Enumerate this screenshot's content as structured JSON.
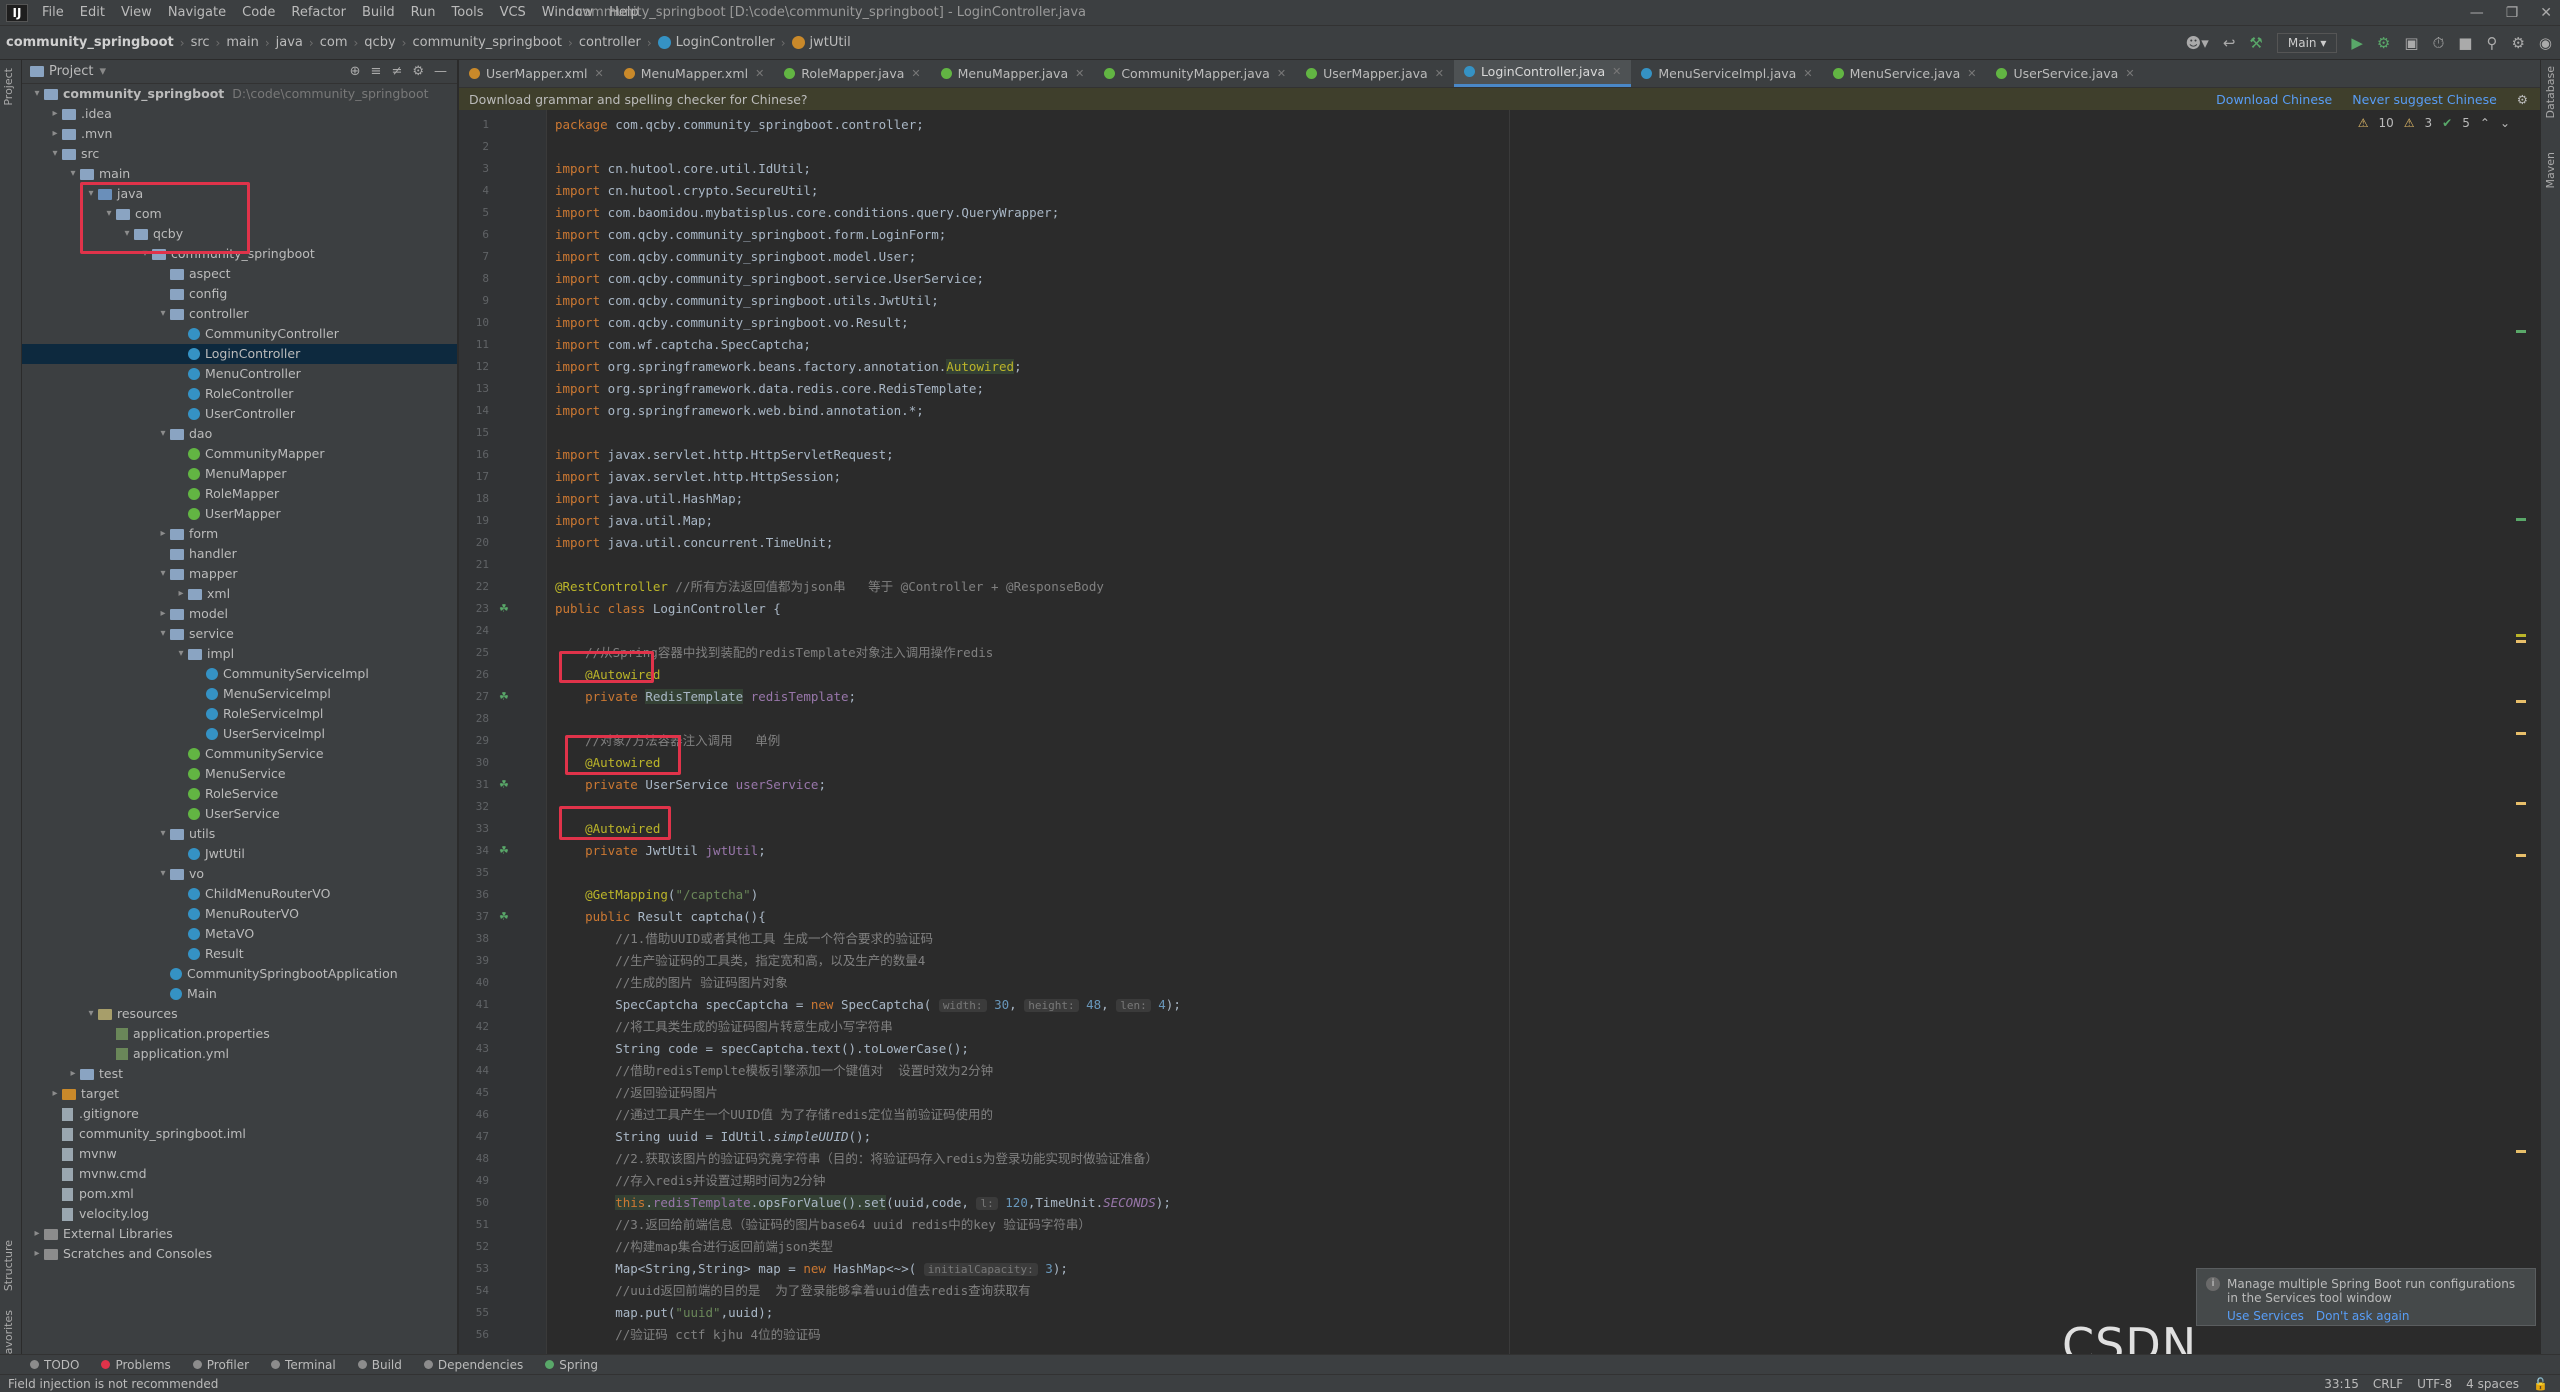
{
  "menubar": {
    "items": [
      "File",
      "Edit",
      "View",
      "Navigate",
      "Code",
      "Refactor",
      "Build",
      "Run",
      "Tools",
      "VCS",
      "Window",
      "Help"
    ],
    "title": "community_springboot [D:\\code\\community_springboot] - LoginController.java"
  },
  "breadcrumb": [
    "community_springboot",
    "src",
    "main",
    "java",
    "com",
    "qcby",
    "community_springboot",
    "controller",
    "LoginController",
    "jwtUtil"
  ],
  "run_config": "Main",
  "project_panel": {
    "title": "Project",
    "tree": [
      {
        "label": "community_springboot",
        "hint": "D:\\code\\community_springboot",
        "depth": 0,
        "open": true,
        "icon": "folder"
      },
      {
        "label": ".idea",
        "depth": 1,
        "open": false,
        "icon": "folder"
      },
      {
        "label": ".mvn",
        "depth": 1,
        "open": false,
        "icon": "folder"
      },
      {
        "label": "src",
        "depth": 1,
        "open": true,
        "icon": "folder"
      },
      {
        "label": "main",
        "depth": 2,
        "open": true,
        "icon": "folder"
      },
      {
        "label": "java",
        "depth": 3,
        "open": true,
        "icon": "src"
      },
      {
        "label": "com",
        "depth": 4,
        "open": true,
        "icon": "folder"
      },
      {
        "label": "qcby",
        "depth": 5,
        "open": true,
        "icon": "folder"
      },
      {
        "label": "community_springboot",
        "depth": 6,
        "open": true,
        "icon": "folder"
      },
      {
        "label": "aspect",
        "depth": 7,
        "icon": "folder"
      },
      {
        "label": "config",
        "depth": 7,
        "icon": "folder"
      },
      {
        "label": "controller",
        "depth": 7,
        "open": true,
        "icon": "folder"
      },
      {
        "label": "CommunityController",
        "depth": 8,
        "icon": "class"
      },
      {
        "label": "LoginController",
        "depth": 8,
        "icon": "class",
        "selected": true
      },
      {
        "label": "MenuController",
        "depth": 8,
        "icon": "class"
      },
      {
        "label": "RoleController",
        "depth": 8,
        "icon": "class"
      },
      {
        "label": "UserController",
        "depth": 8,
        "icon": "class"
      },
      {
        "label": "dao",
        "depth": 7,
        "open": true,
        "icon": "folder"
      },
      {
        "label": "CommunityMapper",
        "depth": 8,
        "icon": "interface"
      },
      {
        "label": "MenuMapper",
        "depth": 8,
        "icon": "interface"
      },
      {
        "label": "RoleMapper",
        "depth": 8,
        "icon": "interface"
      },
      {
        "label": "UserMapper",
        "depth": 8,
        "icon": "interface"
      },
      {
        "label": "form",
        "depth": 7,
        "open": false,
        "icon": "folder"
      },
      {
        "label": "handler",
        "depth": 7,
        "icon": "folder"
      },
      {
        "label": "mapper",
        "depth": 7,
        "open": true,
        "icon": "folder"
      },
      {
        "label": "xml",
        "depth": 8,
        "open": false,
        "icon": "folder"
      },
      {
        "label": "model",
        "depth": 7,
        "open": false,
        "icon": "folder"
      },
      {
        "label": "service",
        "depth": 7,
        "open": true,
        "icon": "folder"
      },
      {
        "label": "impl",
        "depth": 8,
        "open": true,
        "icon": "folder"
      },
      {
        "label": "CommunityServiceImpl",
        "depth": 9,
        "icon": "class"
      },
      {
        "label": "MenuServiceImpl",
        "depth": 9,
        "icon": "class"
      },
      {
        "label": "RoleServiceImpl",
        "depth": 9,
        "icon": "class"
      },
      {
        "label": "UserServiceImpl",
        "depth": 9,
        "icon": "class"
      },
      {
        "label": "CommunityService",
        "depth": 8,
        "icon": "interface"
      },
      {
        "label": "MenuService",
        "depth": 8,
        "icon": "interface"
      },
      {
        "label": "RoleService",
        "depth": 8,
        "icon": "interface"
      },
      {
        "label": "UserService",
        "depth": 8,
        "icon": "interface"
      },
      {
        "label": "utils",
        "depth": 7,
        "open": true,
        "icon": "folder"
      },
      {
        "label": "JwtUtil",
        "depth": 8,
        "icon": "class"
      },
      {
        "label": "vo",
        "depth": 7,
        "open": true,
        "icon": "folder"
      },
      {
        "label": "ChildMenuRouterVO",
        "depth": 8,
        "icon": "class"
      },
      {
        "label": "MenuRouterVO",
        "depth": 8,
        "icon": "class"
      },
      {
        "label": "MetaVO",
        "depth": 8,
        "icon": "class"
      },
      {
        "label": "Result",
        "depth": 8,
        "icon": "class"
      },
      {
        "label": "CommunitySpringbootApplication",
        "depth": 7,
        "icon": "class"
      },
      {
        "label": "Main",
        "depth": 7,
        "icon": "class"
      },
      {
        "label": "resources",
        "depth": 3,
        "open": true,
        "icon": "res"
      },
      {
        "label": "application.properties",
        "depth": 4,
        "icon": "resfile"
      },
      {
        "label": "application.yml",
        "depth": 4,
        "icon": "resfile"
      },
      {
        "label": "test",
        "depth": 2,
        "open": false,
        "icon": "folder"
      },
      {
        "label": "target",
        "depth": 1,
        "open": false,
        "icon": "target"
      },
      {
        "label": ".gitignore",
        "depth": 1,
        "icon": "file"
      },
      {
        "label": "community_springboot.iml",
        "depth": 1,
        "icon": "file"
      },
      {
        "label": "mvnw",
        "depth": 1,
        "icon": "file"
      },
      {
        "label": "mvnw.cmd",
        "depth": 1,
        "icon": "file"
      },
      {
        "label": "pom.xml",
        "depth": 1,
        "icon": "file"
      },
      {
        "label": "velocity.log",
        "depth": 1,
        "icon": "file"
      },
      {
        "label": "External Libraries",
        "depth": 0,
        "open": false,
        "icon": "gray"
      },
      {
        "label": "Scratches and Consoles",
        "depth": 0,
        "open": false,
        "icon": "gray"
      }
    ]
  },
  "tabs": [
    {
      "label": "UserMapper.xml",
      "color": "#c9892a"
    },
    {
      "label": "MenuMapper.xml",
      "color": "#c9892a"
    },
    {
      "label": "RoleMapper.java",
      "color": "#62b543"
    },
    {
      "label": "MenuMapper.java",
      "color": "#62b543"
    },
    {
      "label": "CommunityMapper.java",
      "color": "#62b543"
    },
    {
      "label": "UserMapper.java",
      "color": "#62b543"
    },
    {
      "label": "LoginController.java",
      "color": "#3592c4",
      "active": true
    },
    {
      "label": "MenuServiceImpl.java",
      "color": "#3592c4"
    },
    {
      "label": "MenuService.java",
      "color": "#62b543"
    },
    {
      "label": "UserService.java",
      "color": "#62b543"
    }
  ],
  "banner": {
    "text": "Download grammar and spelling checker for Chinese?",
    "download": "Download Chinese",
    "never": "Never suggest Chinese"
  },
  "inspections": {
    "warnings": "10",
    "weak": "3",
    "ok": "5"
  },
  "code_lines": [
    "<span class='kw'>package</span> com.qcby.community_springboot.controller;",
    "",
    "<span class='kw'>import</span> cn.hutool.core.util.IdUtil;",
    "<span class='kw'>import</span> cn.hutool.crypto.SecureUtil;",
    "<span class='kw'>import</span> com.baomidou.mybatisplus.core.conditions.query.QueryWrapper;",
    "<span class='kw'>import</span> com.qcby.community_springboot.form.LoginForm;",
    "<span class='kw'>import</span> com.qcby.community_springboot.model.User;",
    "<span class='kw'>import</span> com.qcby.community_springboot.service.UserService;",
    "<span class='kw'>import</span> com.qcby.community_springboot.utils.JwtUtil;",
    "<span class='kw'>import</span> com.qcby.community_springboot.vo.Result;",
    "<span class='kw'>import</span> com.wf.captcha.SpecCaptcha;",
    "<span class='kw'>import</span> org.springframework.beans.factory.annotation.<span class='an hl'>Autowired</span>;",
    "<span class='kw'>import</span> org.springframework.data.redis.core.RedisTemplate;",
    "<span class='kw'>import</span> org.springframework.web.bind.annotation.*;",
    "",
    "<span class='kw'>import</span> javax.servlet.http.HttpServletRequest;",
    "<span class='kw'>import</span> javax.servlet.http.HttpSession;",
    "<span class='kw'>import</span> java.util.HashMap;",
    "<span class='kw'>import</span> java.util.Map;",
    "<span class='kw'>import</span> java.util.concurrent.TimeUnit;",
    "",
    "<span class='an'>@RestController</span> <span class='cm'>//所有方法返回值都为json串   等于 @Controller + @ResponseBody</span>",
    "<span class='kw'>public class</span> LoginController {",
    "",
    "    <span class='cm'>//从Spring容器中找到装配的redisTemplate对象注入调用操作redis</span>",
    "    <span class='an'>@Autowired</span>",
    "    <span class='kw'>private</span> <span class='hl'>RedisTemplate</span> <span class='fd'>redisTemplate</span>;",
    "",
    "    <span class='cm'>//对象/方法容器注入调用   单例</span>",
    "    <span class='an'>@Autowired</span>",
    "    <span class='kw'>private</span> UserService <span class='fd'>userService</span>;",
    "",
    "    <span class='an'>@Autowired</span>",
    "    <span class='kw'>private</span> JwtUtil <span class='fd'>jwtUtil</span>;",
    "",
    "    <span class='an'>@GetMapping</span>(<span class='st'>\"/captcha\"</span>)",
    "    <span class='kw'>public</span> Result captcha(){",
    "        <span class='cm'>//1.借助UUID或者其他工具 生成一个符合要求的验证码</span>",
    "        <span class='cm'>//生产验证码的工具类，指定宽和高，以及生产的数量4</span>",
    "        <span class='cm'>//生成的图片 验证码图片对象</span>",
    "        SpecCaptcha specCaptcha = <span class='kw'>new</span> SpecCaptcha( <span class='hint2'>width:</span> <span class='nm'>30</span>, <span class='hint2'>height:</span> <span class='nm'>48</span>, <span class='hint2'>len:</span> <span class='nm'>4</span>);",
    "        <span class='cm'>//将工具类生成的验证码图片转意生成小写字符串</span>",
    "        String code = specCaptcha.text().toLowerCase();",
    "        <span class='cm'>//借助redisTemplte模板引擎添加一个键值对  设置时效为2分钟</span>",
    "        <span class='cm'>//返回验证码图片</span>",
    "        <span class='cm'>//通过工具产生一个UUID值 为了存储redis定位当前验证码使用的</span>",
    "        String uuid = IdUtil.<span class='itl'>simpleUUID</span>();",
    "        <span class='cm'>//2.获取该图片的验证码究竟字符串（目的：将验证码存入redis为登录功能实现时做验证准备）</span>",
    "        <span class='cm'>//存入redis并设置过期时间为2分钟</span>",
    "        <span class='kw hl'>this</span><span class='hl'>.<span class='fd'>redisTemplate</span>.opsForValue().set</span>(uuid,code, <span class='hint2'>l:</span> <span class='nm'>120</span>,TimeUnit.<span class='fd itl'>SECONDS</span>);",
    "        <span class='cm'>//3.返回给前端信息（验证码的图片base64 uuid redis中的key 验证码字符串）</span>",
    "        <span class='cm'>//构建map集合进行返回前端json类型</span>",
    "        Map&lt;String,String&gt; map = <span class='kw'>new</span> HashMap&lt;~&gt;( <span class='hint2'>initialCapacity:</span> <span class='nm'>3</span>);",
    "        <span class='cm'>//uuid返回前端的目的是  为了登录能够拿着uuid值去redis查询获取有</span>",
    "        map.put(<span class='st'>\"uuid\"</span>,uuid);",
    "        <span class='cm'>//验证码 cctf kjhu 4位的验证码</span>"
  ],
  "notification": {
    "text": "Manage multiple Spring Boot run configurations in the Services tool window",
    "use": "Use Services",
    "dont": "Don't ask again"
  },
  "bottom_tabs": [
    "TODO",
    "Problems",
    "Profiler",
    "Terminal",
    "Build",
    "Dependencies",
    "Spring"
  ],
  "status": {
    "message": "Field injection is not recommended",
    "position": "33:15",
    "line_sep": "CRLF",
    "encoding": "UTF-8",
    "indent": "4 spaces"
  },
  "watermark": "CSDN @KBkongbaiKB",
  "left_strip": [
    "Project",
    "Structure",
    "Favorites"
  ],
  "right_strip": [
    "Database",
    "Maven"
  ],
  "colors": {
    "highlight_box": "#e0334a",
    "accent": "#4a88c7"
  }
}
